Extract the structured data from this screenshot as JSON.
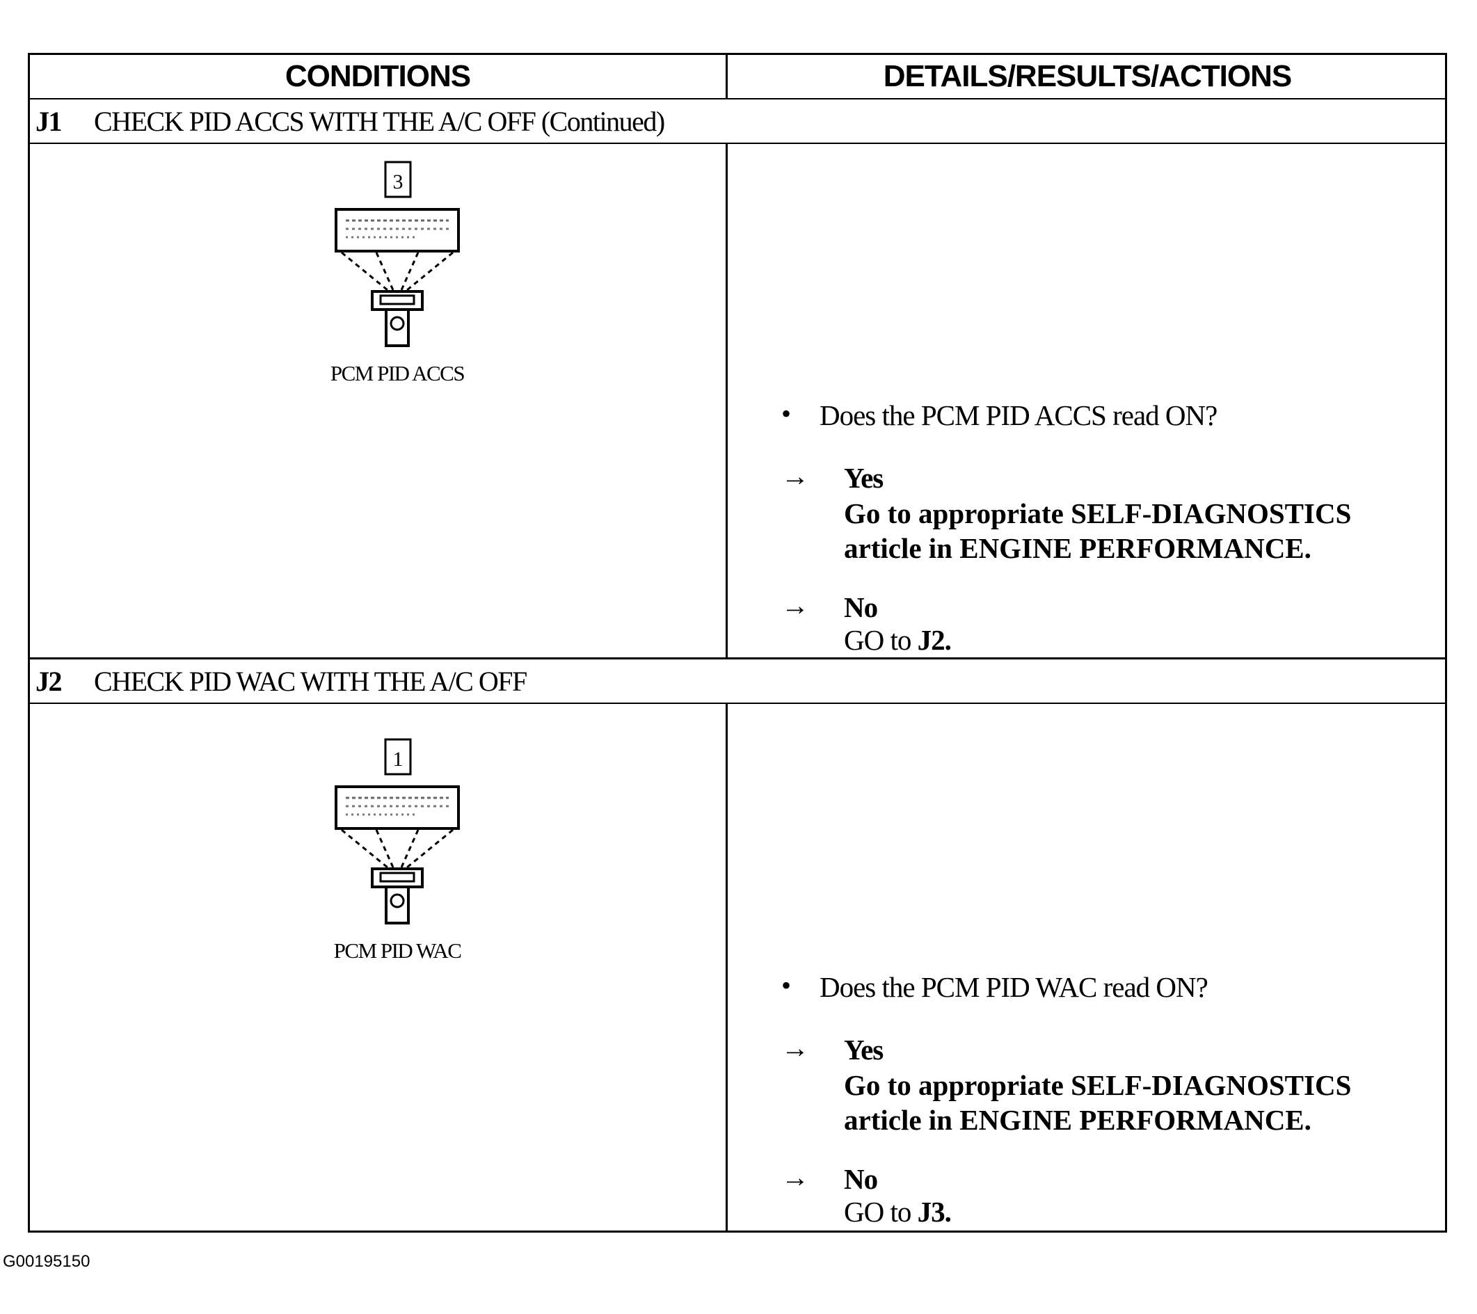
{
  "header": {
    "left": "CONDITIONS",
    "right": "DETAILS/RESULTS/ACTIONS"
  },
  "steps": [
    {
      "id": "J1",
      "title": "CHECK PID ACCS WITH THE A/C OFF (Continued)",
      "step_number": "3",
      "caption": "PCM PID ACCS",
      "question": "Does the PCM PID ACCS read ON?",
      "yes_label": "Yes",
      "yes_line1": "Go to appropriate SELF-DIAGNOSTICS",
      "yes_line2": "article in ENGINE PERFORMANCE.",
      "no_label": "No",
      "no_text": "GO to",
      "no_target": "J2."
    },
    {
      "id": "J2",
      "title": "CHECK PID WAC WITH THE A/C OFF",
      "step_number": "1",
      "caption": "PCM PID WAC",
      "question": "Does the PCM PID WAC read ON?",
      "yes_label": "Yes",
      "yes_line1": "Go to appropriate SELF-DIAGNOSTICS",
      "yes_line2": "article in ENGINE PERFORMANCE.",
      "no_label": "No",
      "no_text": "GO to",
      "no_target": "J3."
    }
  ],
  "symbols": {
    "bullet": "•",
    "arrow": "→"
  },
  "figure_code": "G00195150"
}
